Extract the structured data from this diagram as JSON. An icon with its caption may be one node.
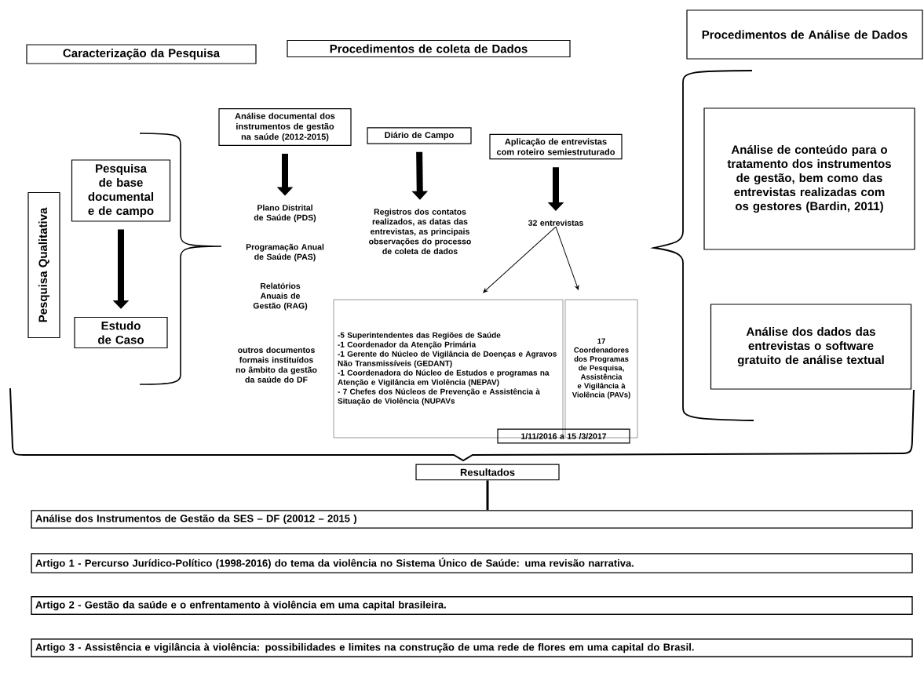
{
  "diagram": {
    "nodes": [
      {
        "text": [
          "Caracterização da Pesquisa"
        ]
      },
      {
        "text": [
          "Procedimentos de coleta de Dados"
        ]
      },
      {
        "text": [
          "Procedimentos de Análise de Dados"
        ]
      },
      {
        "text": [
          "Pesquisa Qualitativa"
        ]
      },
      {
        "text": [
          "Pesquisa de base documental e de campo"
        ]
      },
      {
        "text": [
          "Estudo de Caso"
        ]
      },
      {
        "text": [
          "Análise documental dos instrumentos de gestão na saúde (2012-2015)"
        ]
      },
      {
        "text": [
          "Diário de Campo"
        ]
      },
      {
        "text": [
          "Aplicação de entrevistas com roteiro semiestruturado"
        ]
      },
      {
        "text": [
          "Plano Distrital de Saúde (PDS)"
        ]
      },
      {
        "text": [
          "Registros dos contatos realizados, as datas das entrevistas, as principais observações do processo de coleta de dados"
        ]
      },
      {
        "text": [
          "32 entrevistas"
        ]
      },
      {
        "text": [
          "Programação Anual de Saúde (PAS)"
        ]
      },
      {
        "text": [
          "Relatórios Anuais de Gestão (RAG)"
        ]
      },
      {
        "text": [
          "outros documentos formais instituídos no âmbito da gestão da saúde do DF"
        ]
      },
      {
        "text": [
          "-5 Superintendentes das Regiões de Saúde",
          "-1 Coordenador da Atenção Primária",
          "-1 Gerente do Núcleo de Vigilância de Doenças e Agravos Não Transmissíveis (GEDANT)",
          "-1 Coordenadora do Núcleo de Estudos e programas na Atenção e Vigilância em Violência (NEPAV)",
          "- 7 Chefes dos Núcleos de Prevenção e Assistência à Situação de Violência (NUPAVs"
        ]
      },
      {
        "text": [
          "17 Coordenadores dos Programas de Pesquisa, Assistência e Vigilância à Violência (PAVs)"
        ]
      },
      {
        "text": [
          "1/11/2016 a 15 /3/2017"
        ]
      },
      {
        "text": [
          "Análise de conteúdo para o tratamento dos instrumentos de gestão, bem como das entrevistas realizadas com os gestores (Bardin, 2011)"
        ]
      },
      {
        "text": [
          "Análise dos dados das entrevistas o software gratuito de análise textual"
        ]
      },
      {
        "text": [
          "Resultados"
        ]
      },
      {
        "text": [
          "Análise dos Instrumentos de Gestão da SES – DF (20012 – 2015 )"
        ]
      },
      {
        "text": [
          "Artigo 1 - Percurso Jurídico-Político (1998-2016) do tema da violência no Sistema Único de Saúde: uma revisão narrativa."
        ]
      },
      {
        "text": [
          "Artigo 2 - Gestão da saúde e o enfrentamento à violência em uma capital brasileira."
        ]
      },
      {
        "text": [
          "Artigo 3 - Assistência e vigilância à violência: possibilidades e limites na construção de uma rede de flores em uma capital do Brasil."
        ]
      }
    ],
    "edges": [
      {
        "from": 4,
        "to": 5,
        "arrow": "to"
      },
      {
        "from": 6,
        "to": 9,
        "arrow": "to"
      },
      {
        "from": 7,
        "to": 10,
        "arrow": "to"
      },
      {
        "from": 8,
        "to": 11,
        "arrow": "to"
      },
      {
        "from": 11,
        "to": 15,
        "arrow": "to"
      },
      {
        "from": 11,
        "to": 16,
        "arrow": "to"
      },
      {
        "from": 20,
        "to": 21,
        "arrow": "none"
      }
    ]
  }
}
